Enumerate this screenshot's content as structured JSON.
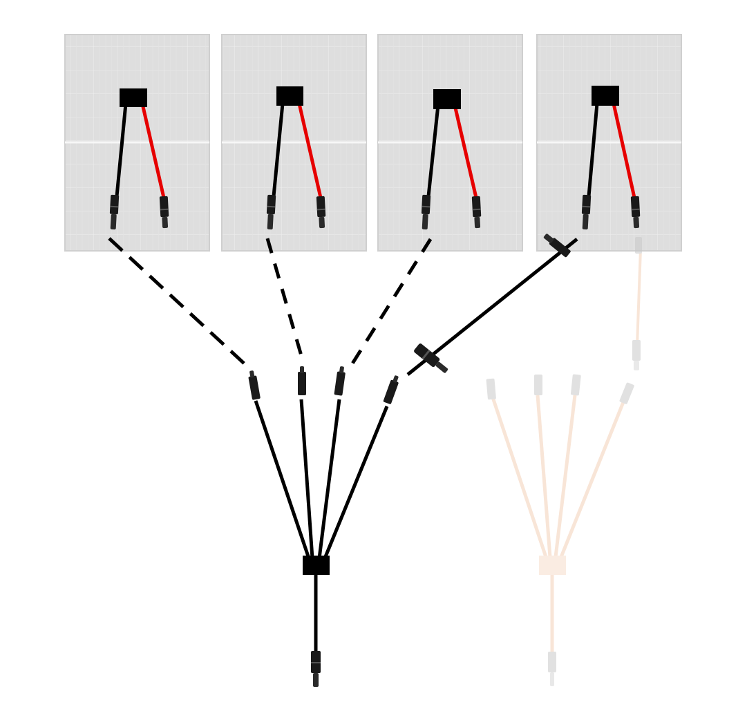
{
  "diagram": {
    "description_visible_text": "",
    "colors": {
      "background": "#ffffff",
      "panel_fill": "#dcdcdc",
      "panel_cell_line": "#f2f2f2",
      "panel_border": "#c8c8c8",
      "junction_box": "#000000",
      "negative_lead": "#000000",
      "positive_lead": "#e60000",
      "cable": "#000000",
      "connector": "#1a1a1a",
      "ghost_cable": "#f3d8c6",
      "ghost_connector": "#d4d4d4"
    },
    "panels": [
      {
        "id": "panel-1",
        "connection": "dashed"
      },
      {
        "id": "panel-2",
        "connection": "dashed"
      },
      {
        "id": "panel-3",
        "connection": "dashed"
      },
      {
        "id": "panel-4",
        "connection": "solid"
      }
    ],
    "branch_connector": {
      "branches": 4,
      "output_leads": 1
    },
    "ghost_branch_connector": {
      "branches": 4,
      "output_leads": 1,
      "faded": true
    }
  }
}
